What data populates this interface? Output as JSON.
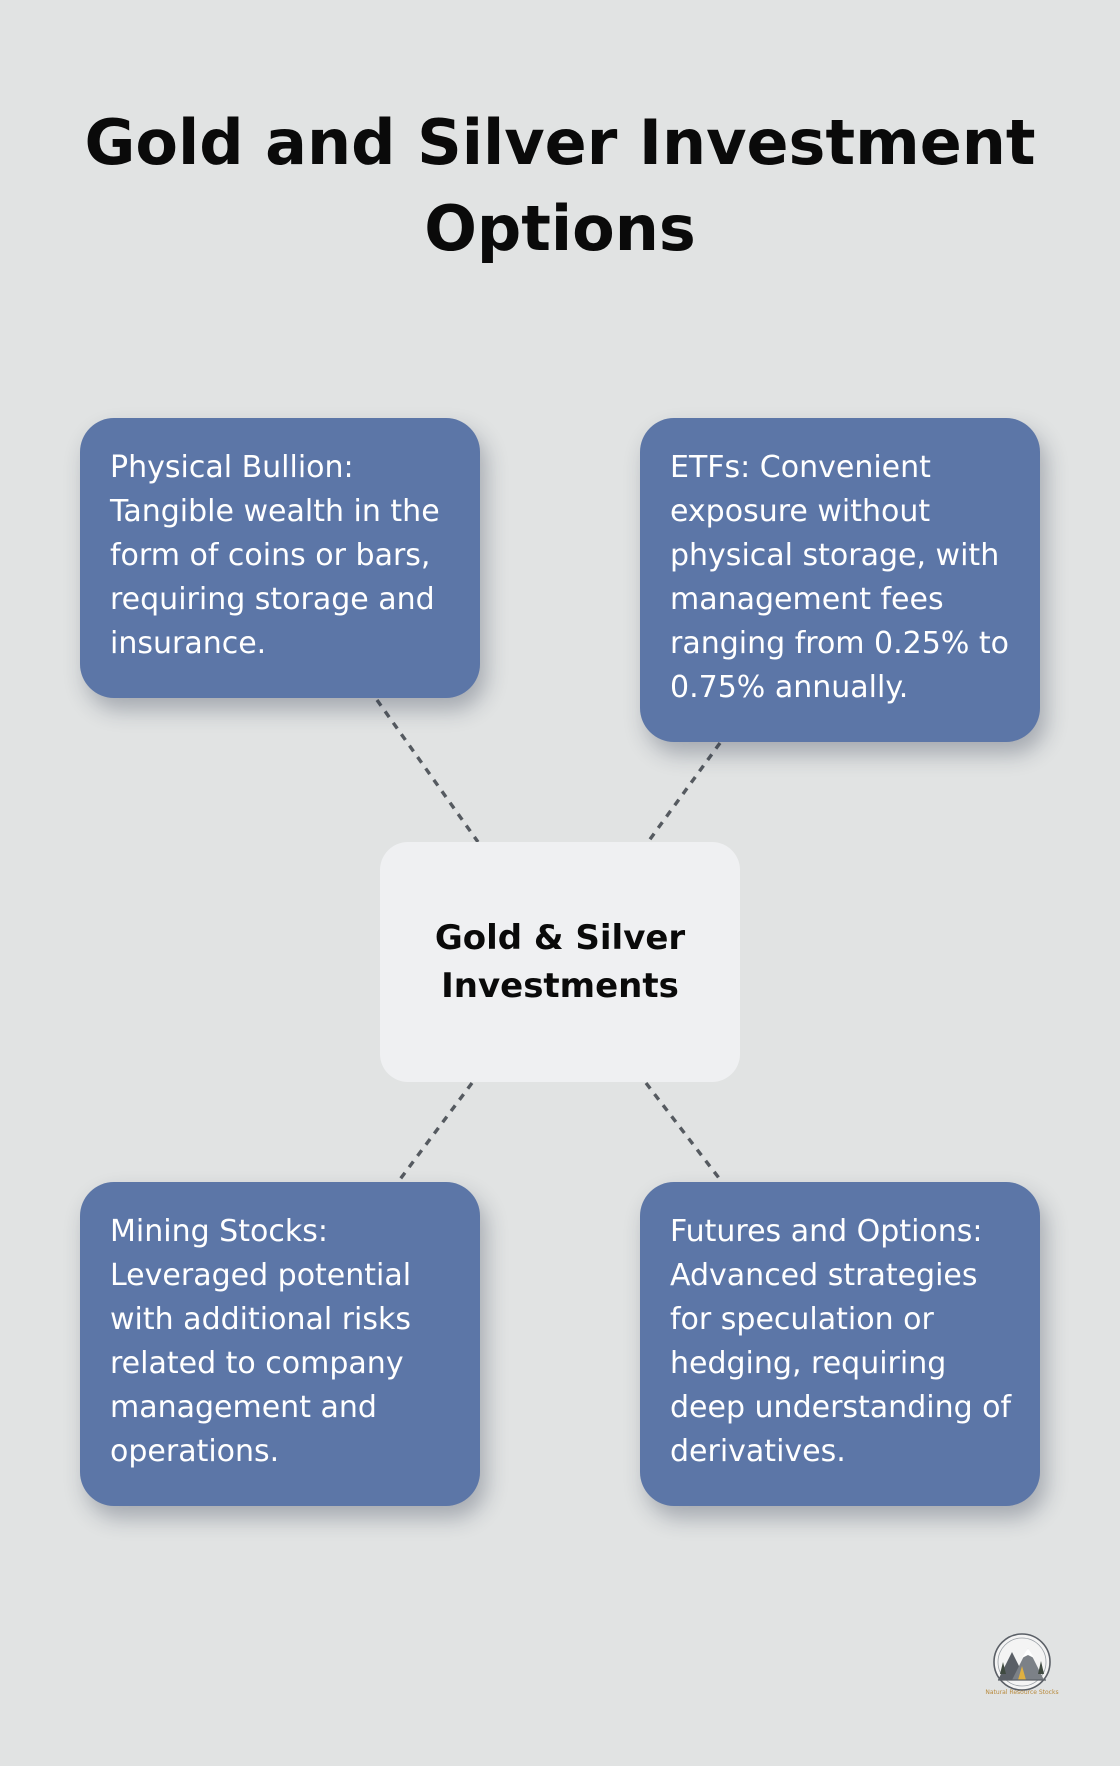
{
  "title": "Gold and Silver Investment Options",
  "center": "Gold & Silver Investments",
  "cards": [
    "Physical Bullion: Tangible wealth in the form of coins or bars, requiring storage and insurance.",
    "ETFs: Convenient exposure without physical storage, with management fees ranging from 0.25% to 0.75% annually.",
    "Mining Stocks: Leveraged potential with additional risks related to company management and operations.",
    "Futures and Options: Advanced strategies for speculation or hedging, requiring deep understanding of derivatives."
  ],
  "logo": {
    "icon": "mountain-forest-logo-icon",
    "text": "Natural Resource Stocks"
  },
  "colors": {
    "background": "#e1e3e3",
    "card": "#5c76a7",
    "center_node": "#eff0f2",
    "connector": "#555a60",
    "logo_accent": "#b88a3c"
  }
}
